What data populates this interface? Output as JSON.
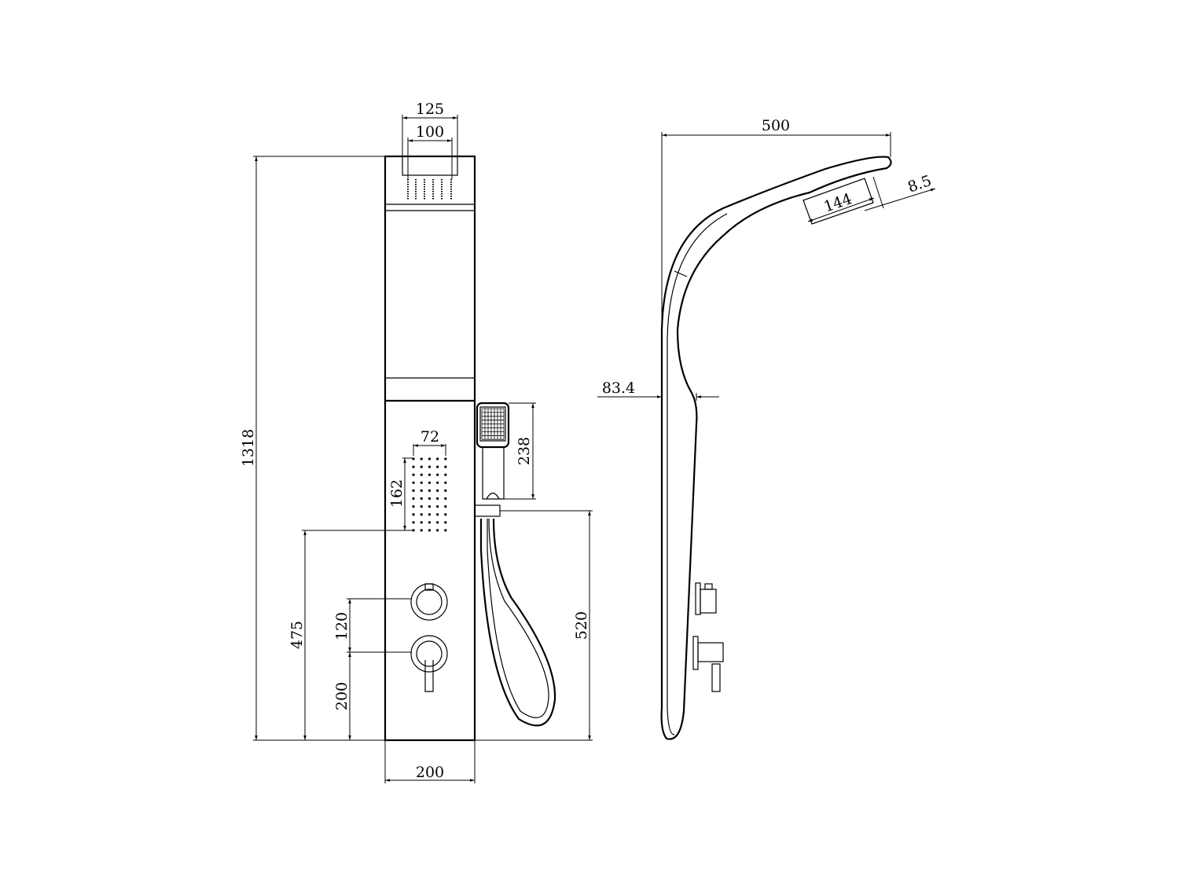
{
  "front_view": {
    "dimensions": {
      "head_outer_width": "125",
      "head_inner_width": "100",
      "total_height": "1318",
      "jet_width": "72",
      "jet_height": "162",
      "hand_shower_length": "238",
      "jets_bottom_height": "475",
      "knob_spacing": "120",
      "lower_knob_height": "200",
      "bracket_height": "520",
      "panel_width": "200"
    }
  },
  "side_view": {
    "dimensions": {
      "total_depth": "500",
      "head_length": "144",
      "head_thickness": "8.5",
      "panel_depth": "83.4"
    }
  }
}
